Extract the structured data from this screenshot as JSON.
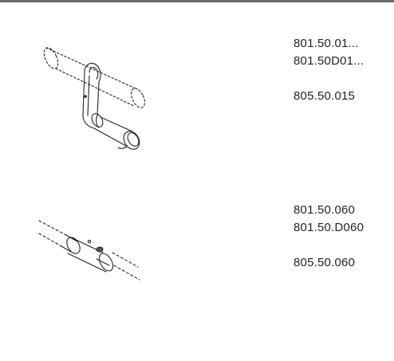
{
  "parts": [
    {
      "illustration_icon": "handle-clamp-drawing",
      "codes_primary": [
        "801.50.01...",
        "801.50D01..."
      ],
      "code_secondary": "805.50.015"
    },
    {
      "illustration_icon": "tube-connector-drawing",
      "codes_primary": [
        "801.50.060",
        "801.50.D060"
      ],
      "code_secondary": "805.50.060"
    }
  ],
  "colors": {
    "rule": "#6b6b6b",
    "line_art": "#222222",
    "text": "#222222"
  }
}
